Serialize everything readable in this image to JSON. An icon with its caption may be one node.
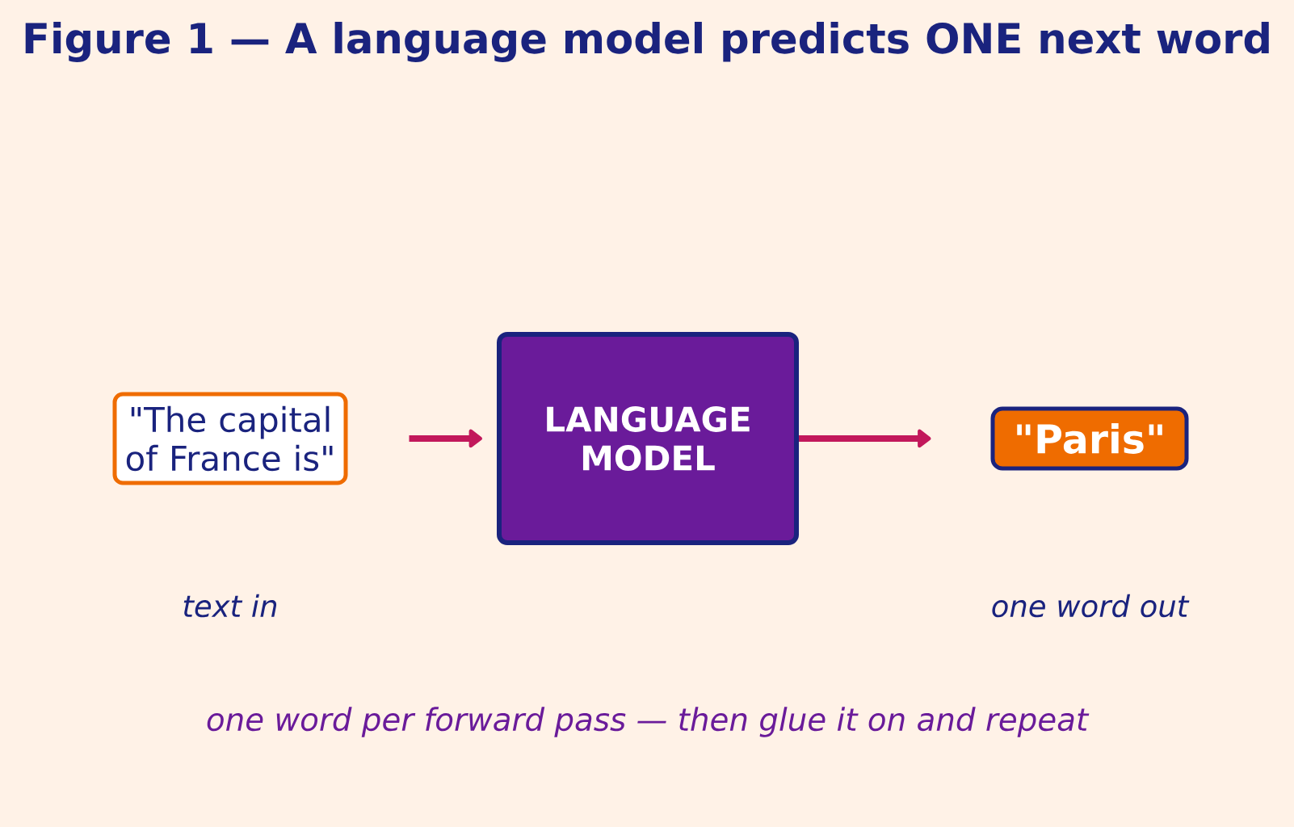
{
  "diagram": {
    "title": "Figure 1 — A language model predicts ONE next word",
    "caption": "one word per forward pass — then glue it on and repeat",
    "nodes": [
      {
        "text": [
          "\"The capital of France is\""
        ]
      },
      {
        "text": [
          "LANGUAGE MODEL"
        ]
      },
      {
        "text": [
          "\"Paris\""
        ]
      }
    ],
    "edges": [
      {
        "from": 0,
        "to": 1,
        "arrow": "to"
      },
      {
        "from": 1,
        "to": 2,
        "arrow": "to"
      }
    ],
    "labels": [
      "text in",
      "one word out"
    ]
  }
}
